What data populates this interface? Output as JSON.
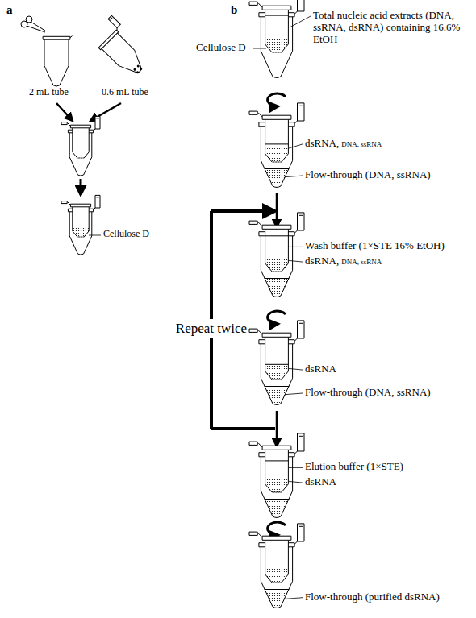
{
  "diagram": {
    "labels": [
      "a",
      "b",
      "2 mL tube",
      "0.6 mL tube",
      "Cellulose D",
      "Total nucleic acid extracts (DNA, ssRNA, dsRNA) containing 16.6% EtOH",
      "Cellulose D",
      "dsRNA,",
      "DNA, ssRNA",
      "Flow-through (DNA, ssRNA)",
      "Wash buffer (1×STE 16% EtOH)",
      "dsRNA,",
      "DNA, ssRNA",
      "Repeat twice",
      "dsRNA",
      "Flow-through (DNA, ssRNA)",
      "Elution buffer (1×STE)",
      "dsRNA",
      "Flow-through (purified dsRNA)"
    ]
  }
}
